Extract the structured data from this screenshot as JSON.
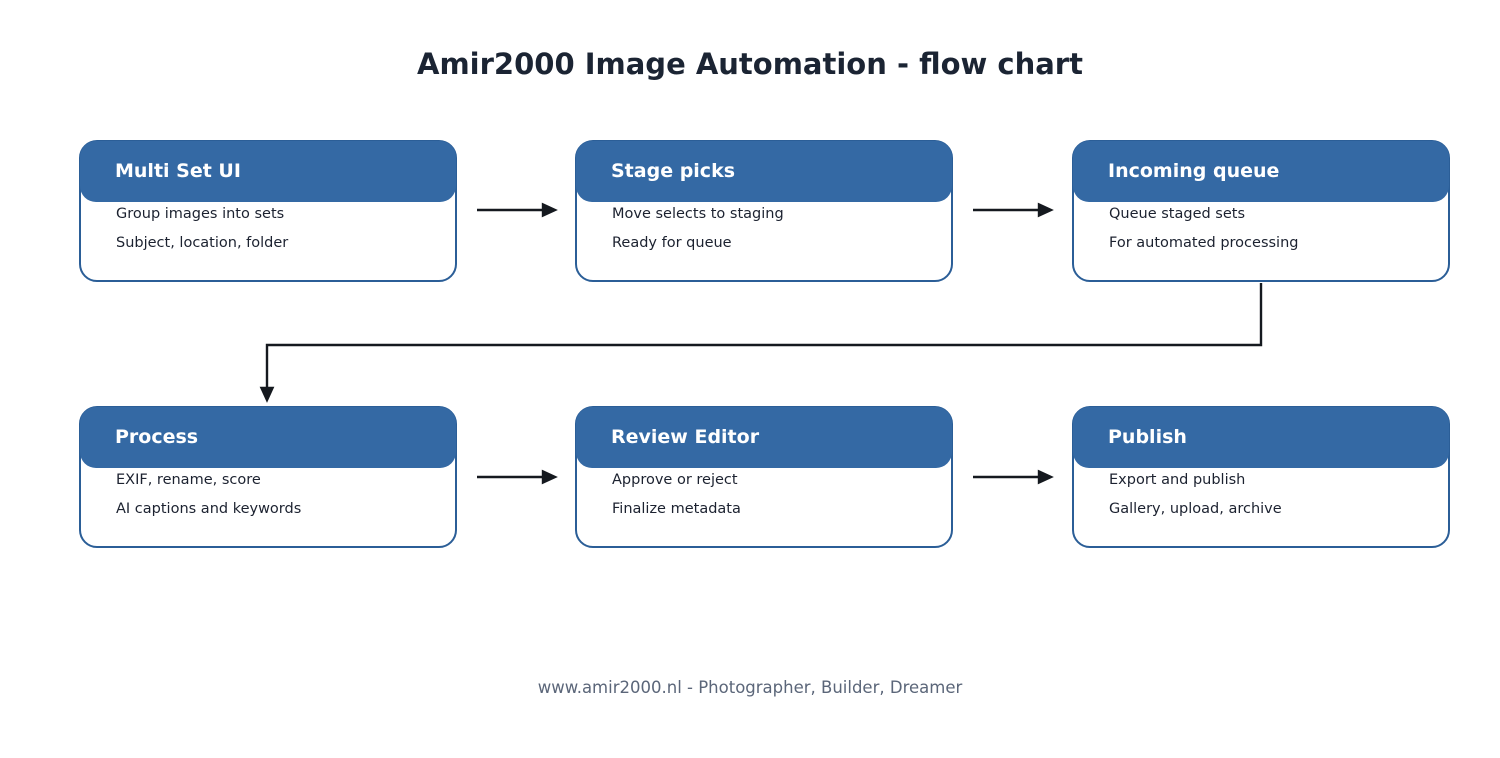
{
  "title": "Amir2000 Image Automation - flow chart",
  "footer": "www.amir2000.nl - Photographer, Builder, Dreamer",
  "colors": {
    "header_blue": "#3469a4",
    "box_border_blue": "#2b5e97",
    "title_dark": "#1b2433",
    "body_text": "#1c2230",
    "footer_gray": "#5b6679",
    "arrow_dark": "#15191f",
    "background": "#ffffff"
  },
  "boxes": [
    {
      "title": "Multi Set UI",
      "lines": [
        "Group images into sets",
        "Subject, location, folder"
      ]
    },
    {
      "title": "Stage picks",
      "lines": [
        "Move selects to staging",
        "Ready for queue"
      ]
    },
    {
      "title": "Incoming queue",
      "lines": [
        "Queue staged sets",
        "For automated processing"
      ]
    },
    {
      "title": "Process",
      "lines": [
        "EXIF, rename, score",
        "AI captions and keywords"
      ]
    },
    {
      "title": "Review Editor",
      "lines": [
        "Approve or reject",
        "Finalize metadata"
      ]
    },
    {
      "title": "Publish",
      "lines": [
        "Export and publish",
        "Gallery, upload, archive"
      ]
    }
  ],
  "flow": [
    "Multi Set UI -> Stage picks",
    "Stage picks -> Incoming queue",
    "Incoming queue -> Process",
    "Process -> Review Editor",
    "Review Editor -> Publish"
  ]
}
